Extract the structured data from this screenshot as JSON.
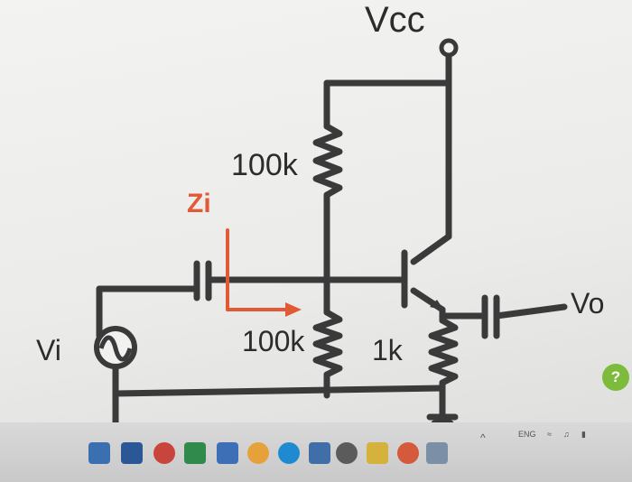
{
  "diagram": {
    "labels": {
      "vcc": "Vcc",
      "r_top": "100k",
      "zi": "Zi",
      "vo": "Vo",
      "vi": "Vi",
      "r_bottom": "100k",
      "r_emitter": "1k"
    },
    "colors": {
      "wire": "#3a3a3a",
      "accent": "#e25a35"
    }
  },
  "taskbar": {
    "language": "ENG",
    "help_glyph": "?",
    "icons": [
      "windows-icon",
      "word-icon",
      "powerpoint-icon",
      "excel-icon",
      "teams-icon",
      "outlook-icon",
      "photos-icon",
      "edge-icon",
      "store-icon",
      "media-icon",
      "paint-icon",
      "chrome-icon",
      "paint3d-icon"
    ]
  }
}
